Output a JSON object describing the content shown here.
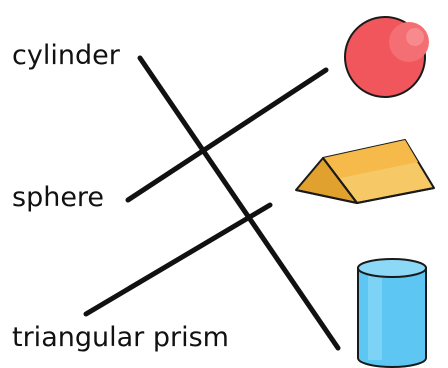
{
  "labels": {
    "cylinder": "cylinder",
    "sphere": "sphere",
    "prism": "triangular prism"
  },
  "colors": {
    "line": "#111111",
    "sphere_fill": "#f0565b",
    "prism_fill": "#f2b13e",
    "cylinder_fill": "#5ec6f2",
    "outline": "#1a1a1a"
  },
  "connections": [
    {
      "from": "cylinder",
      "to": "cylinder-shape"
    },
    {
      "from": "sphere",
      "to": "sphere-shape"
    },
    {
      "from": "triangular prism",
      "to": "triangular-prism-shape"
    }
  ]
}
